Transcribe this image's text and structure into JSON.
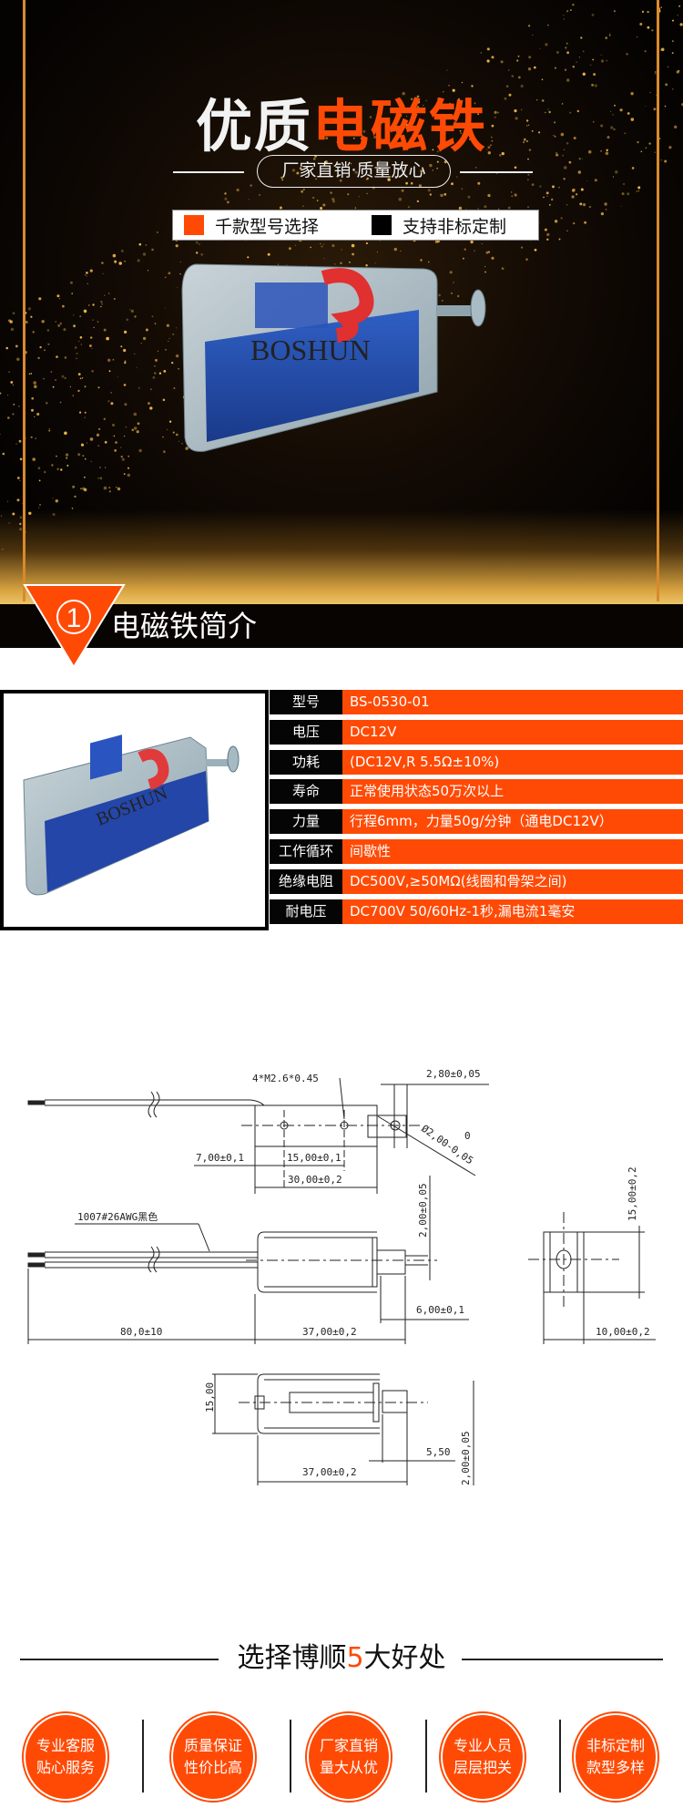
{
  "hero": {
    "title_white": "优质",
    "title_orange": "电磁铁",
    "subtitle": "厂家直销·质量放心",
    "tags": [
      {
        "label": "千款型号选择",
        "color": "#ff4a05"
      },
      {
        "label": "支持非标定制",
        "color": "#000000"
      }
    ],
    "product_brand": "BOSHUN"
  },
  "colors": {
    "accent": "#ff4a05",
    "dark": "#050505",
    "gold": "#d98a2b"
  },
  "section1": {
    "number": "①",
    "title": "电磁铁简介"
  },
  "specs": [
    {
      "label": "型号",
      "value": "BS-0530-01"
    },
    {
      "label": "电压",
      "value": "DC12V"
    },
    {
      "label": "功耗",
      "value": "(DC12V,R 5.5Ω±10%)"
    },
    {
      "label": "寿命",
      "value": "正常使用状态50万次以上"
    },
    {
      "label": "力量",
      "value": "行程6mm，力量50g/分钟（通电DC12V）"
    },
    {
      "label": "工作循环",
      "value": "间歇性"
    },
    {
      "label": "绝缘电阻",
      "value": "DC500V,≥50MΩ(线圈和骨架之间)"
    },
    {
      "label": "耐电压",
      "value": "DC700V 50/60Hz-1秒,漏电流1毫安"
    }
  ],
  "drawing": {
    "screw": "4*M2.6*0.45",
    "d_280": "2,80±0,05",
    "d_700": "7,00±0,1",
    "d_1500": "15,00±0,1",
    "d_3000": "30,00±0,2",
    "d_dia": "Ø2,00-0,05",
    "d_dia_upper": "0",
    "wire": "1007#26AWG黑色",
    "d_200": "2,00±0,05",
    "d_1500b": "15,00±0,2",
    "d_600": "6,00±0,1",
    "d_800": "80,0±10",
    "d_3700": "37,00±0,2",
    "d_1000": "10,00±0,2",
    "d_15small": "15,00",
    "d_550": "5,50",
    "d_3700b": "37,00±0,2",
    "d_200b": "2,00±0,05"
  },
  "section2": {
    "title_pre": "选择博顺",
    "title_num": "5",
    "title_post": "大好处"
  },
  "benefits": [
    {
      "line1": "专业客服",
      "line2": "贴心服务"
    },
    {
      "line1": "质量保证",
      "line2": "性价比高"
    },
    {
      "line1": "厂家直销",
      "line2": "量大从优"
    },
    {
      "line1": "专业人员",
      "line2": "层层把关"
    },
    {
      "line1": "非标定制",
      "line2": "款型多样"
    }
  ]
}
